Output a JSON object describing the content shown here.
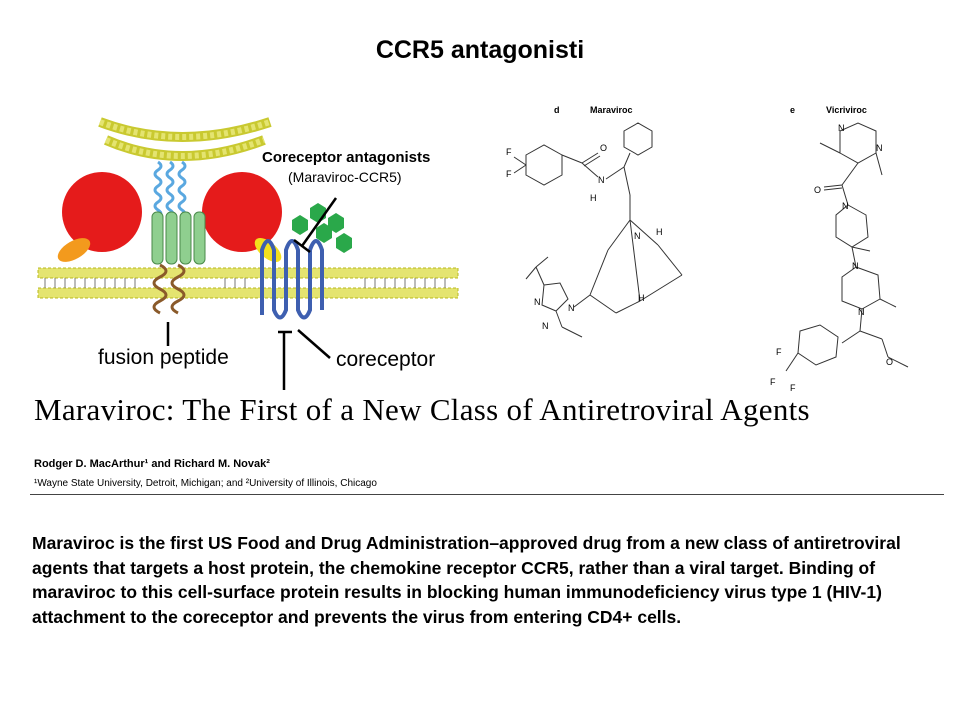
{
  "slide": {
    "title": "CCR5 antagonisti"
  },
  "diagram": {
    "label_antagonists": "Coreceptor antagonists",
    "label_antagonists_sub": "(Maraviroc-CCR5)",
    "label_fusion": "fusion peptide",
    "label_coreceptor": "coreceptor",
    "colors": {
      "membrane": "#e4e470",
      "gp120": "#e51b1b",
      "cd4": "#f39a1d",
      "helix": "#5aa8e0",
      "gp41": "#8fcf8f",
      "coreceptor": "#3e5fb0",
      "antagonist": "#2aa84a"
    }
  },
  "chemistry": {
    "panel_d_letter": "d",
    "panel_d_name": "Maraviroc",
    "panel_e_letter": "e",
    "panel_e_name": "Vicriviroc",
    "atoms": {
      "F": "F",
      "O": "O",
      "N": "N",
      "H": "H"
    }
  },
  "paper": {
    "title": "Maraviroc: The First of a New Class of Antiretroviral Agents",
    "authors": "Rodger D. MacArthur¹ and Richard M. Novak²",
    "affiliations": "¹Wayne State University, Detroit, Michigan; and ²University of Illinois, Chicago"
  },
  "abstract": {
    "text": "Maraviroc is the first US Food and Drug Administration–approved drug from a new class of antiretroviral agents that targets a host protein, the chemokine receptor CCR5, rather than a viral target. Binding of maraviroc to this cell-surface protein results in blocking human immunodeficiency virus type 1 (HIV-1) attachment to the coreceptor and prevents the virus from entering CD4+ cells."
  }
}
